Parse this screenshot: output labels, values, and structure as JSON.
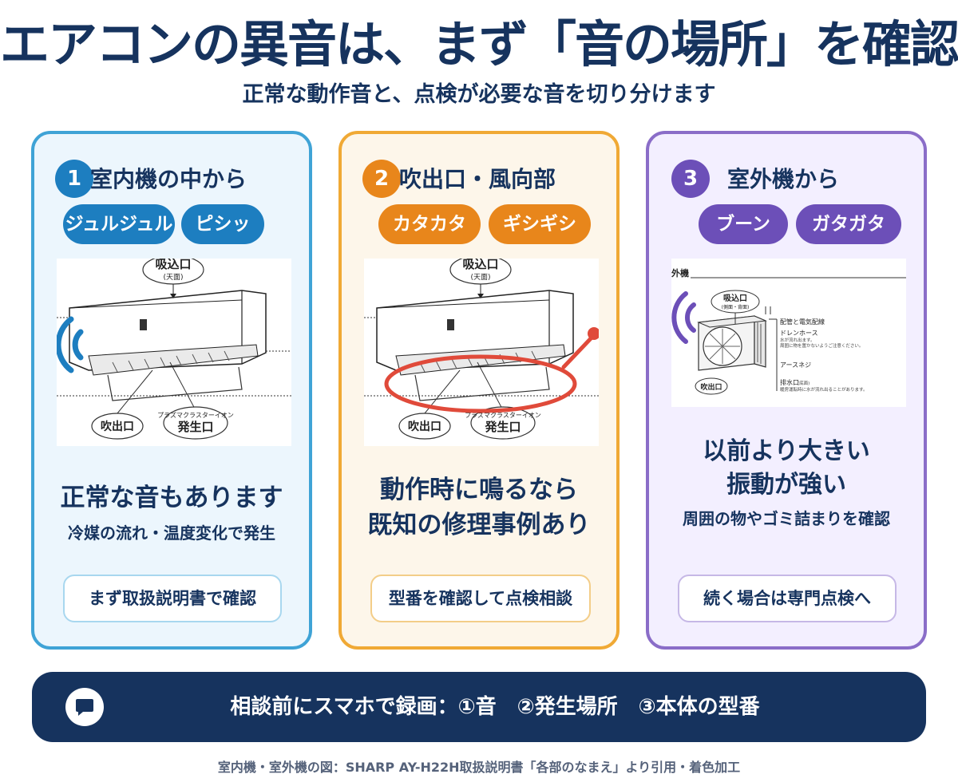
{
  "header": {
    "title": "エアコンの異音は、まず「音の場所」を確認",
    "subtitle": "正常な動作音と、点検が必要な音を切り分けます"
  },
  "cards": [
    {
      "number": "1",
      "title": "室内機の中から",
      "pills": [
        "ジュルジュル",
        "ピシッ"
      ],
      "labels": {
        "intake": "吸込口",
        "intake_sub": "(天面)",
        "outlet": "吹出口",
        "plasma_small": "プラズマクラスターイオン",
        "plasma": "発生口"
      },
      "headline": "正常な音もあります",
      "detail": "冷媒の流れ・温度変化で発生",
      "action": "まず取扱説明書で確認",
      "accent": "#1d7ec0"
    },
    {
      "number": "2",
      "title": "吹出口・風向部",
      "pills": [
        "カタカタ",
        "ギシギシ"
      ],
      "labels": {
        "intake": "吸込口",
        "intake_sub": "(天面)",
        "outlet": "吹出口",
        "plasma_small": "プラズマクラスターイオン",
        "plasma": "発生口"
      },
      "headline_line1": "動作時に鳴るなら",
      "headline_line2": "既知の修理事例あり",
      "action": "型番を確認して点検相談",
      "accent": "#e8861b"
    },
    {
      "number": "3",
      "title": "室外機から",
      "pills": [
        "ブーン",
        "ガタガタ"
      ],
      "labels": {
        "section": "外機",
        "intake": "吸込口",
        "intake_sub": "(側面・背面)",
        "pipe": "配管と電気配線",
        "drain": "ドレンホース",
        "drain_note1": "水が流れ出ます。",
        "drain_note2": "周囲に物を置かないようご注意ください。",
        "ground": "アースネジ",
        "drain_port": "排水口",
        "drain_port_sub": "(底面)",
        "drain_port_note": "暖房運転時に水が流れ出ることがあります。",
        "outlet": "吹出口"
      },
      "headline_line1": "以前より大きい",
      "headline_line2": "振動が強い",
      "detail": "周囲の物やゴミ詰まりを確認",
      "action": "続く場合は専門点検へ",
      "accent": "#6c4fb8"
    }
  ],
  "bottom_bar": {
    "text": "相談前にスマホで録画：①音　②発生場所　③本体の型番",
    "icon": "chat-bubble-icon"
  },
  "credit": "室内機・室外機の図：SHARP AY-H22H取扱説明書「各部のなまえ」より引用・着色加工",
  "colors": {
    "navy": "#16335e",
    "blue": "#1d7ec0",
    "orange": "#e8861b",
    "purple": "#6c4fb8",
    "red_highlight": "#e04a3a"
  }
}
